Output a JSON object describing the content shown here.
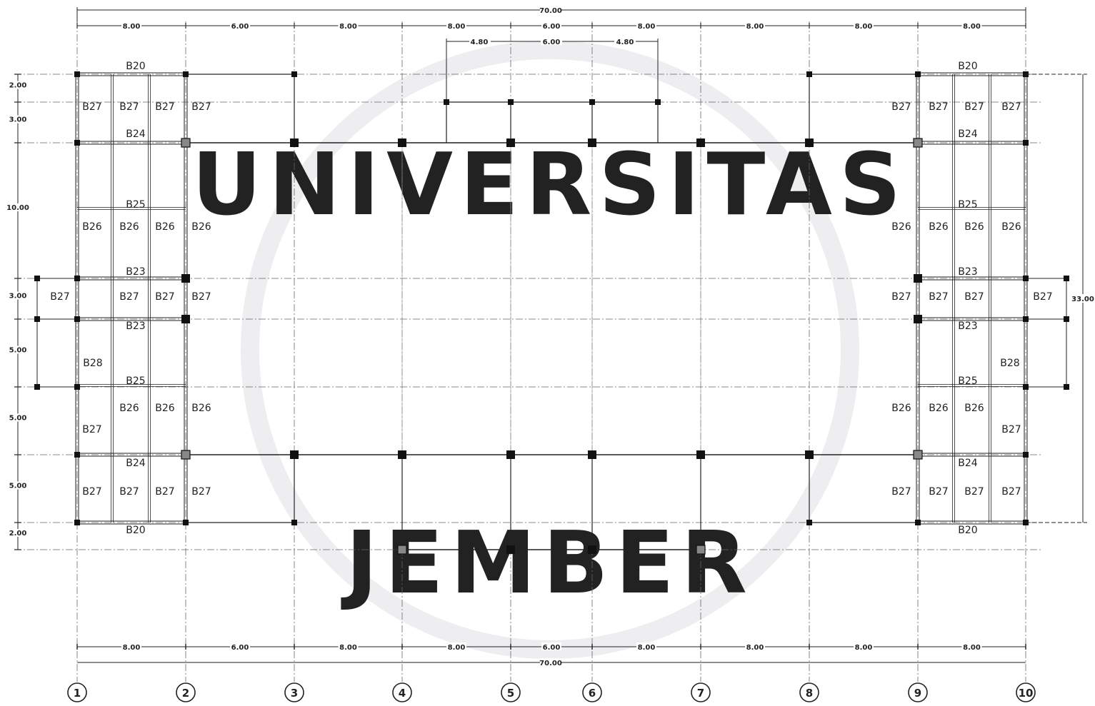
{
  "colors": {
    "line": "#222222",
    "axis": "#555555",
    "watermark": "#e6e6ea"
  },
  "watermark": {
    "top": "UNIVERSITAS",
    "bottom": "JEMBER"
  },
  "total_length": "70.00",
  "total_height": "33.00",
  "bay_dims": [
    "8.00",
    "6.00",
    "8.00",
    "8.00",
    "6.00",
    "8.00",
    "8.00",
    "8.00",
    "8.00"
  ],
  "bottom_bay_dims": [
    "8.00",
    "6.00",
    "8.00",
    "8.00",
    "6.00",
    "8.00",
    "8.00",
    "8.00",
    "8.00"
  ],
  "canopy_dims": [
    "4.80",
    "6.00",
    "4.80"
  ],
  "row_dims": [
    "2.00",
    "3.00",
    "10.00",
    "3.00",
    "5.00",
    "5.00",
    "5.00",
    "2.00"
  ],
  "grid_labels": [
    "1",
    "2",
    "3",
    "4",
    "5",
    "6",
    "7",
    "8",
    "9",
    "10"
  ],
  "beams": {
    "b20": "B20",
    "b23": "B23",
    "b24": "B24",
    "b25": "B25",
    "b26": "B26",
    "b27": "B27",
    "b28": "B28"
  }
}
